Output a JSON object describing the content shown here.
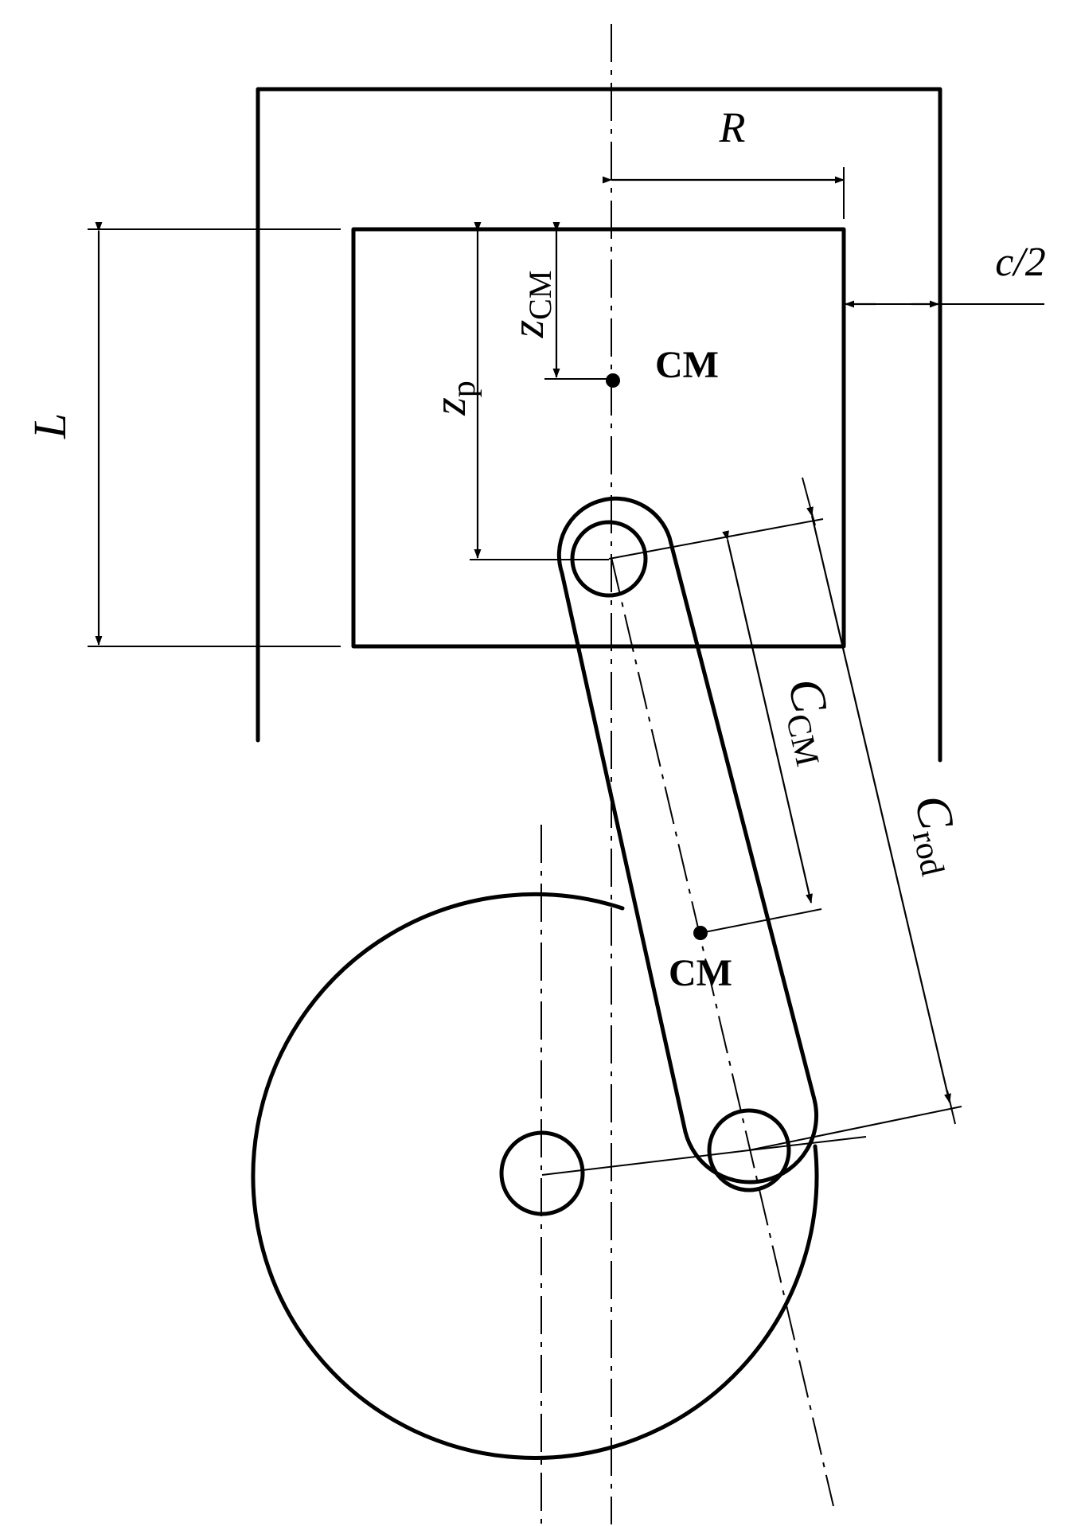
{
  "labels": {
    "R": "R",
    "L": "L",
    "c_half": "c/2",
    "z_p": "z",
    "z_p_sub": "p",
    "z_cm": "z",
    "z_cm_sub": "CM",
    "cm_piston": "CM",
    "cm_rod": "CM",
    "c_cm": "C",
    "c_cm_sub": "CM",
    "c_rod": "C",
    "c_rod_sub": "rod"
  }
}
